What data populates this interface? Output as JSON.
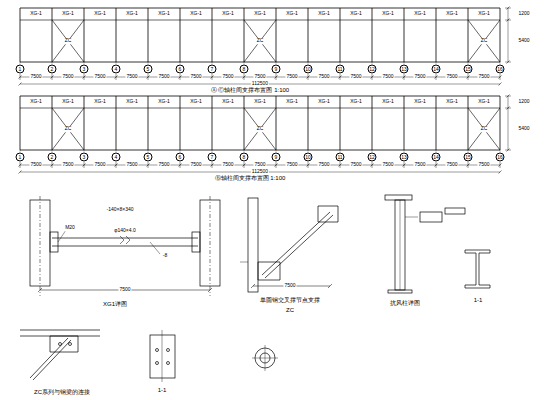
{
  "diagram": {
    "nodes": [
      {
        "text": [
          "1"
        ]
      },
      {
        "text": [
          "2"
        ]
      },
      {
        "text": [
          "3"
        ]
      },
      {
        "text": [
          "4"
        ]
      },
      {
        "text": [
          "5"
        ]
      },
      {
        "text": [
          "6"
        ]
      },
      {
        "text": [
          "7"
        ]
      },
      {
        "text": [
          "8"
        ]
      },
      {
        "text": [
          "9"
        ]
      },
      {
        "text": [
          "10"
        ]
      },
      {
        "text": [
          "11"
        ]
      },
      {
        "text": [
          "12"
        ]
      },
      {
        "text": [
          "13"
        ]
      },
      {
        "text": [
          "14"
        ]
      },
      {
        "text": [
          "15"
        ]
      },
      {
        "text": [
          "16"
        ]
      },
      {
        "text": [
          "1"
        ]
      },
      {
        "text": [
          "2"
        ]
      },
      {
        "text": [
          "3"
        ]
      },
      {
        "text": [
          "4"
        ]
      },
      {
        "text": [
          "5"
        ]
      },
      {
        "text": [
          "6"
        ]
      },
      {
        "text": [
          "7"
        ]
      },
      {
        "text": [
          "8"
        ]
      },
      {
        "text": [
          "9"
        ]
      },
      {
        "text": [
          "10"
        ]
      },
      {
        "text": [
          "11"
        ]
      },
      {
        "text": [
          "12"
        ]
      },
      {
        "text": [
          "13"
        ]
      },
      {
        "text": [
          "14"
        ]
      },
      {
        "text": [
          "15"
        ]
      },
      {
        "text": [
          "16"
        ]
      }
    ],
    "labels": [
      "XG-1",
      "XG-1",
      "XG-1",
      "XG-1",
      "XG-1",
      "XG-1",
      "XG-1",
      "XG-1",
      "XG-1",
      "XG-1",
      "XG-1",
      "XG-1",
      "XG-1",
      "XG-1",
      "XG-1",
      "ZC",
      "ZC",
      "ZC",
      "7500",
      "7500",
      "7500",
      "7500",
      "7500",
      "7500",
      "7500",
      "7500",
      "7500",
      "7500",
      "7500",
      "7500",
      "7500",
      "7500",
      "7500",
      "112500",
      "1200",
      "5400",
      "Ⓐ Ⓒ轴柱间支撑布置图 1:100",
      "XG-1",
      "XG-1",
      "XG-1",
      "XG-1",
      "XG-1",
      "XG-1",
      "XG-1",
      "XG-1",
      "XG-1",
      "XG-1",
      "XG-1",
      "XG-1",
      "XG-1",
      "XG-1",
      "XG-1",
      "ZC",
      "ZC",
      "ZC",
      "7500",
      "7500",
      "7500",
      "7500",
      "7500",
      "7500",
      "7500",
      "7500",
      "7500",
      "7500",
      "7500",
      "7500",
      "7500",
      "7500",
      "7500",
      "112500",
      "1200",
      "5400",
      "Ⓑ轴柱间支撑布置图 1:100",
      "-140×8×340",
      "M20",
      "φ140×4.0",
      "-8",
      "7500",
      "XG1详图",
      "7500",
      "单圆钢交叉撑节点支撑",
      "ZC",
      "抗风柱详图",
      "1-1",
      "ZC系列与钢梁的连接",
      "1-1"
    ]
  }
}
